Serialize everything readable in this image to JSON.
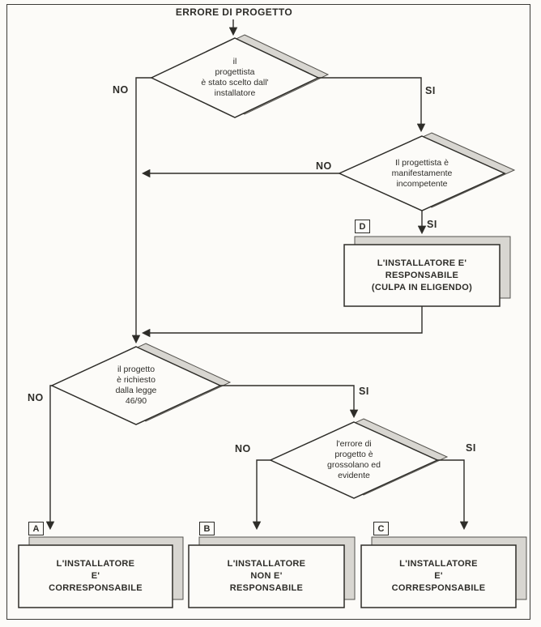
{
  "title": "ERRORE DI PROGETTO",
  "decisions": {
    "d1": {
      "text": "il\nprogettista\nè stato scelto dall'\ninstallatore"
    },
    "d2": {
      "text": "Il progettista è\nmanifestamente\nincompetente"
    },
    "d3": {
      "text": "il progetto\nè richiesto\ndalla legge\n46/90"
    },
    "d4": {
      "text": "l'errore di\nprogetto è\ngrossolano ed\nevidente"
    }
  },
  "results": {
    "d": {
      "tag": "D",
      "text": "L'INSTALLATORE E'\nRESPONSABILE\n(CULPA IN ELIGENDO)"
    },
    "a": {
      "tag": "A",
      "text": "L'INSTALLATORE\nE'\nCORRESPONSABILE"
    },
    "b": {
      "tag": "B",
      "text": "L'INSTALLATORE\nNON E'\nRESPONSABILE"
    },
    "c": {
      "tag": "C",
      "text": "L'INSTALLATORE\nE'\nCORRESPONSABILE"
    }
  },
  "branch_labels": {
    "d1_no": "NO",
    "d1_si": "SI",
    "d2_no": "NO",
    "d2_si": "SI",
    "d3_no": "NO",
    "d3_si": "SI",
    "d4_no": "NO",
    "d4_si": "SI"
  },
  "colors": {
    "ink": "#2e2d29",
    "shadow_fill": "#d8d6d1",
    "shadow_edge": "#55534e",
    "background": "#fcfbf8"
  }
}
